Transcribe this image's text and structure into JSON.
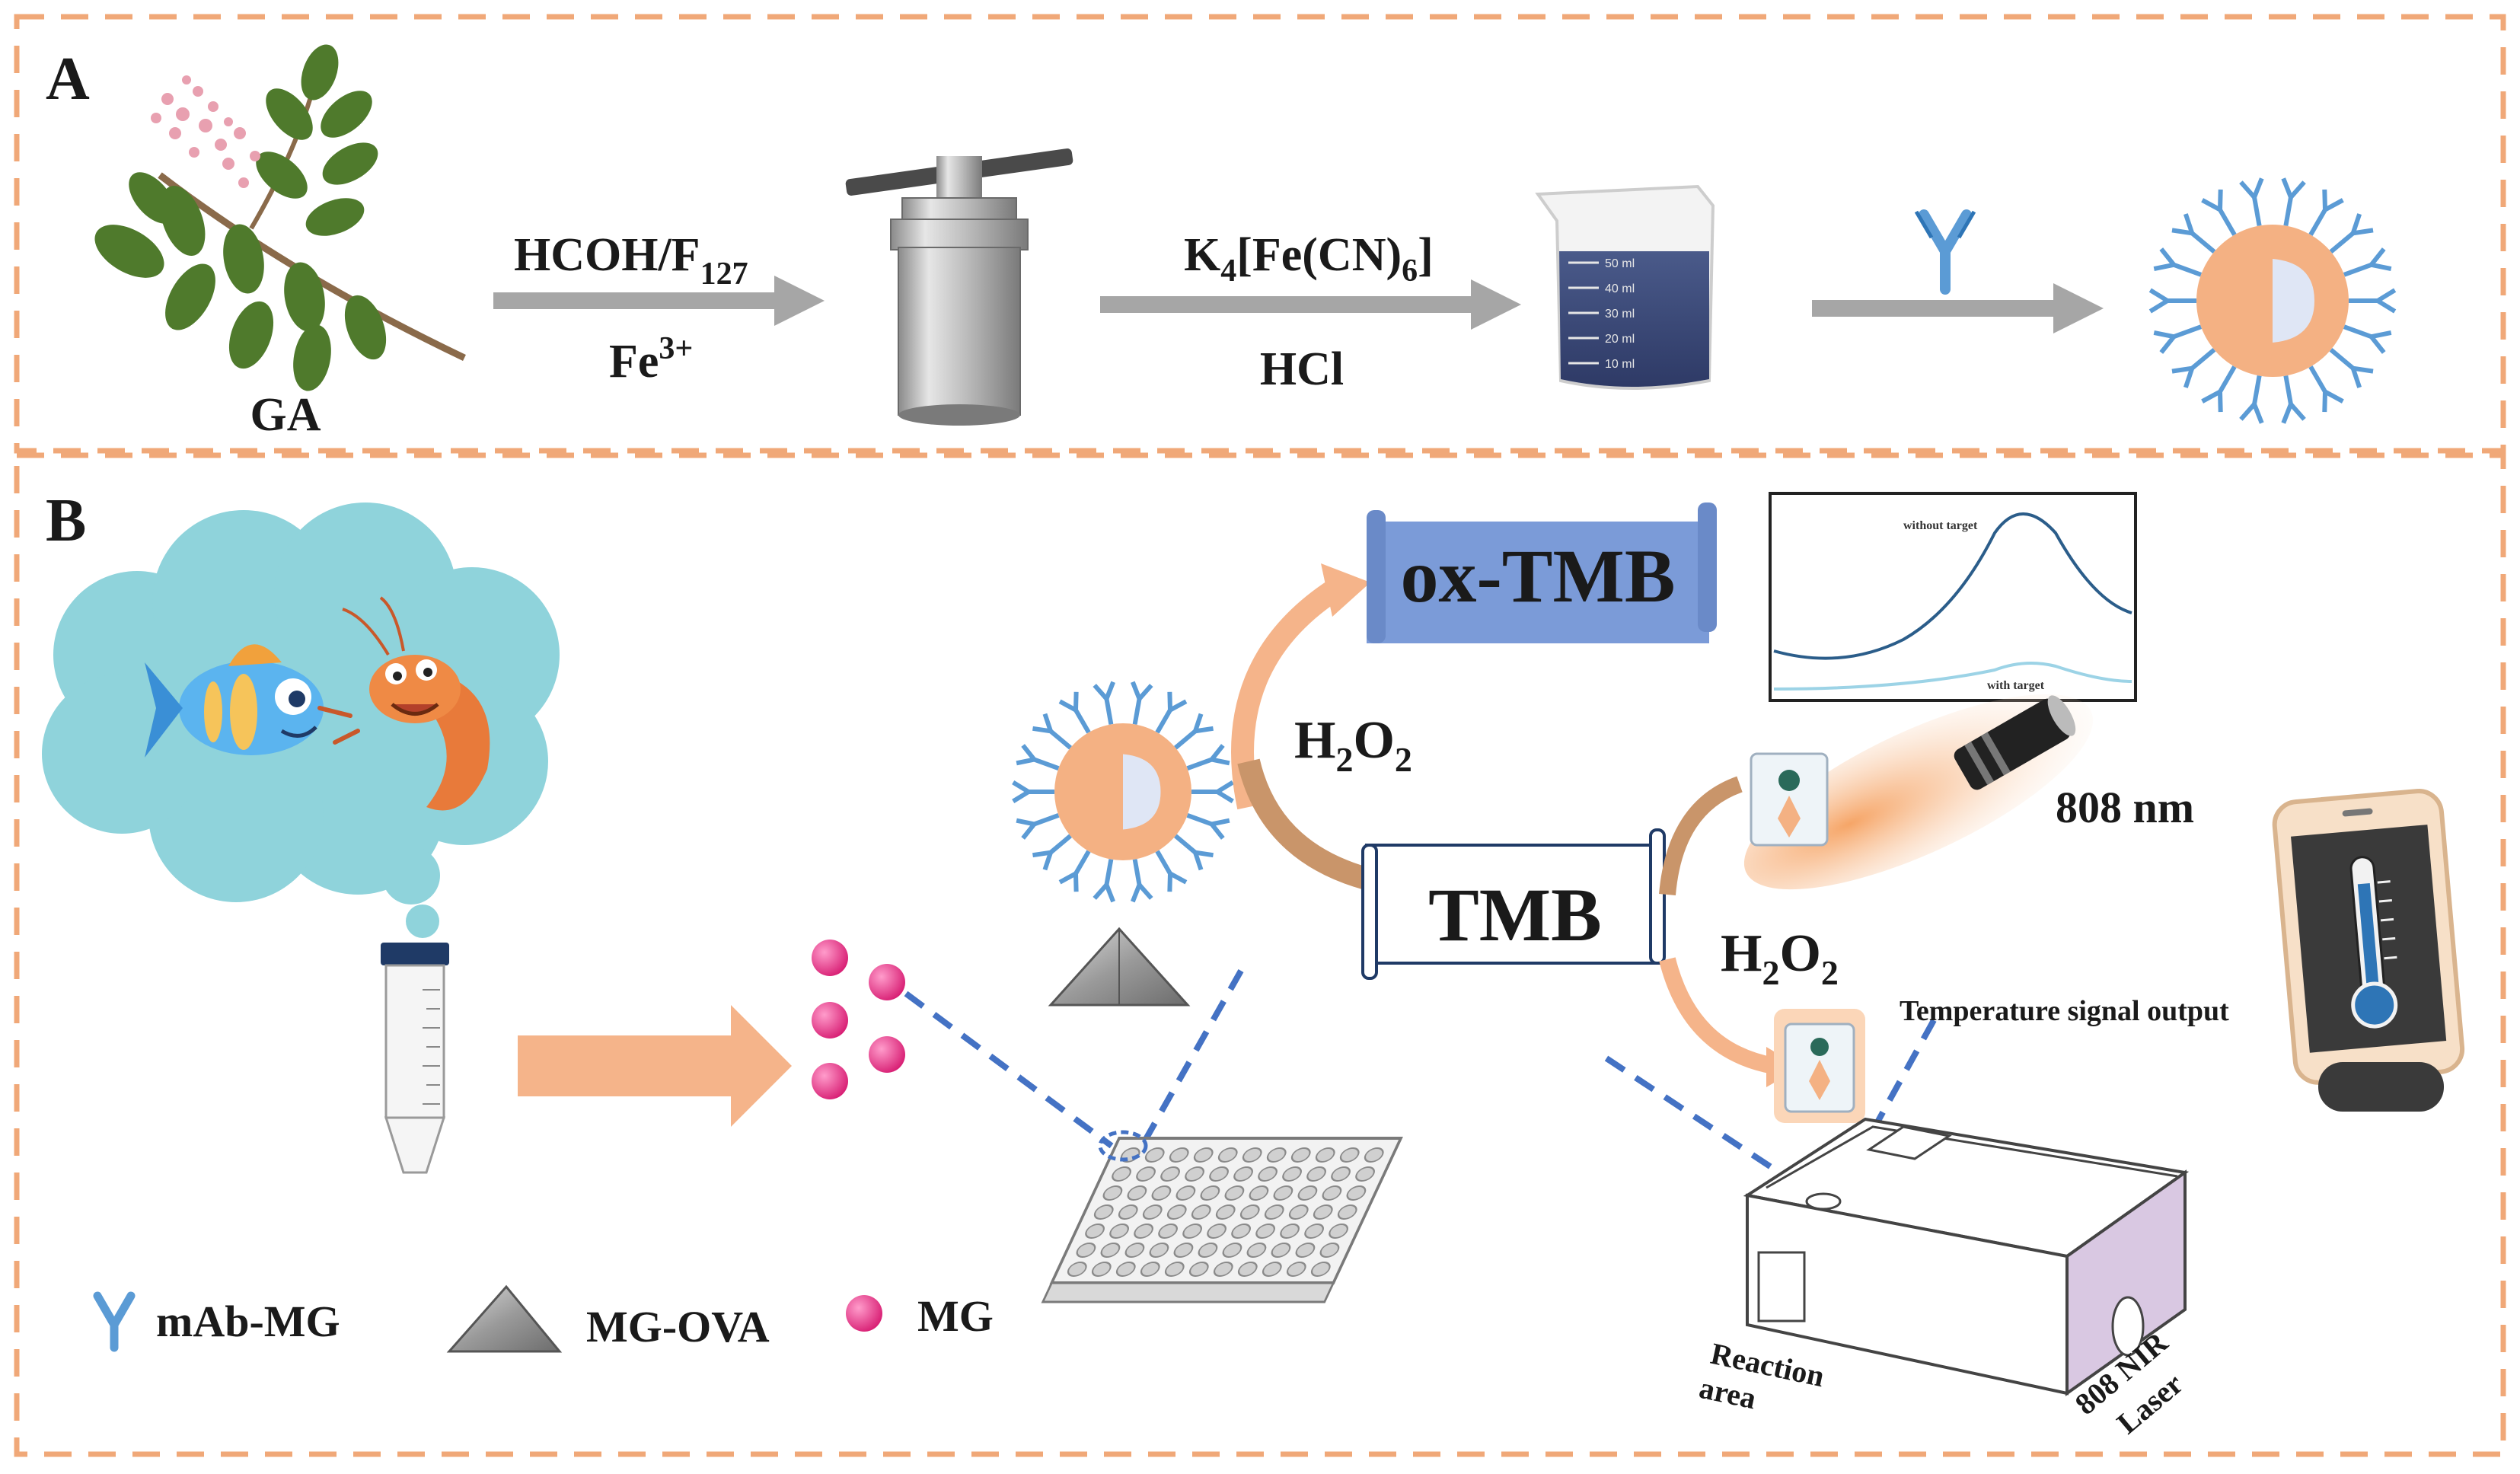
{
  "panels": {
    "a_label": "A",
    "b_label": "B"
  },
  "panel_a": {
    "ga_label": "GA",
    "step1_top": "HCOH/F",
    "step1_top_sub": "127",
    "step1_bottom": "Fe",
    "step1_bottom_sup": "3+",
    "step2_top_a": "K",
    "step2_top_sub1": "4",
    "step2_top_b": "[Fe(CN)",
    "step2_top_sub2": "6",
    "step2_top_c": "]",
    "step2_bottom": "HCl",
    "beaker_marks": [
      "50 ml",
      "40 ml",
      "30 ml",
      "20 ml",
      "10 ml"
    ]
  },
  "panel_b": {
    "ox_tmb": "ox-TMB",
    "tmb": "TMB",
    "h2o2_upper": "H",
    "h2o2_upper_sub1": "2",
    "h2o2_upper_mid": "O",
    "h2o2_upper_sub2": "2",
    "h2o2_lower": "H",
    "h2o2_lower_sub1": "2",
    "h2o2_lower_mid": "O",
    "h2o2_lower_sub2": "2",
    "laser_wavelength": "808 nm",
    "temperature_output": "Temperature signal output",
    "curve_without": "without target",
    "curve_with": "with target",
    "reaction_area": "Reaction",
    "reaction_area2": "area",
    "nir_laser": "808 NIR",
    "nir_laser2": "Laser"
  },
  "legend": {
    "antibody": "mAb-MG",
    "antigen": "MG-OVA",
    "analyte": "MG"
  },
  "colors": {
    "border_dash": "#f0a878",
    "arrow_gray": "#a6a6a6",
    "arrow_orange": "#f5b48a",
    "arrow_brown": "#c9956a",
    "antibody_blue": "#5b9bd5",
    "particle_orange": "#f4b183",
    "mg_pink": "#e8408e",
    "dash_blue": "#4472c4",
    "cloud": "#8fd3db",
    "ox_tmb_fill": "#7b9bd8"
  }
}
